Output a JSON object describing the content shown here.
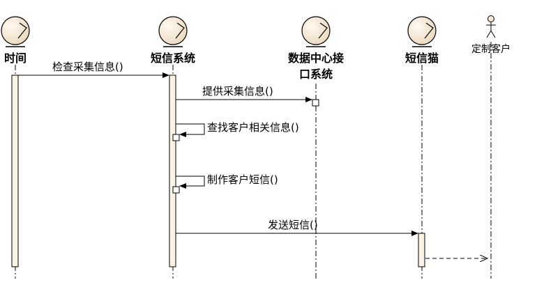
{
  "diagram": {
    "participants": [
      {
        "id": "time",
        "label": "时间",
        "type": "entity"
      },
      {
        "id": "sms",
        "label": "短信系统",
        "type": "entity"
      },
      {
        "id": "data",
        "label_line1": "数据中心接",
        "label_line2": "口系统",
        "type": "entity"
      },
      {
        "id": "cat",
        "label": "短信猫",
        "type": "entity"
      },
      {
        "id": "customer",
        "label": "定制客户",
        "type": "actor"
      }
    ],
    "messages": [
      {
        "id": "m1",
        "from": "time",
        "to": "sms",
        "label": "检查采集信息()"
      },
      {
        "id": "m2",
        "from": "sms",
        "to": "data",
        "label": "提供采集信息()"
      },
      {
        "id": "m3",
        "from": "sms",
        "to": "sms",
        "label": "查找客户相关信息()"
      },
      {
        "id": "m4",
        "from": "sms",
        "to": "sms",
        "label": "制作客户短信()"
      },
      {
        "id": "m5",
        "from": "sms",
        "to": "cat",
        "label": "发送短信()"
      },
      {
        "id": "m6",
        "from": "cat",
        "to": "customer",
        "label": "",
        "style": "dashed"
      }
    ],
    "colors": {
      "entity_fill": "#f6ead7",
      "activation_fill": "#fbf3e6",
      "line": "#000000"
    }
  }
}
